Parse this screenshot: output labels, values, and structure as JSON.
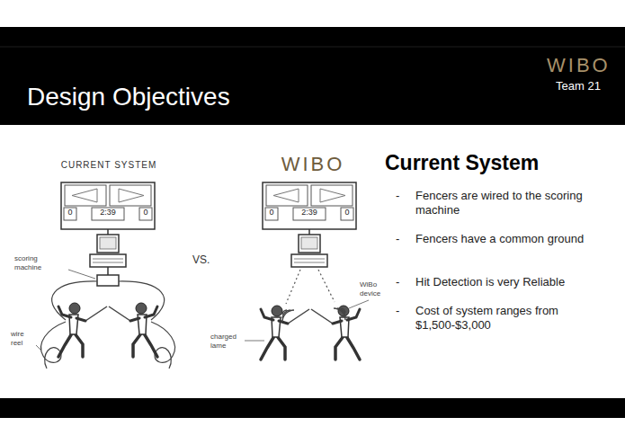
{
  "diagram": {
    "title": "Design Objectives",
    "labels": [
      "WIBO",
      "Team 21",
      "CURRENT SYSTEM",
      "WIBO",
      "Current System",
      "0",
      "2:39",
      "0",
      "0",
      "2:39",
      "0",
      "-",
      "Fencers are wired to the scoring machine",
      "scoring machine",
      "VS.",
      "-",
      "Fencers have a common ground",
      "WiBo device",
      "-",
      "Hit Detection is very Reliable",
      "-",
      "Cost of system ranges from $1,500-$3,000",
      "wire reel",
      "charged lame"
    ]
  }
}
